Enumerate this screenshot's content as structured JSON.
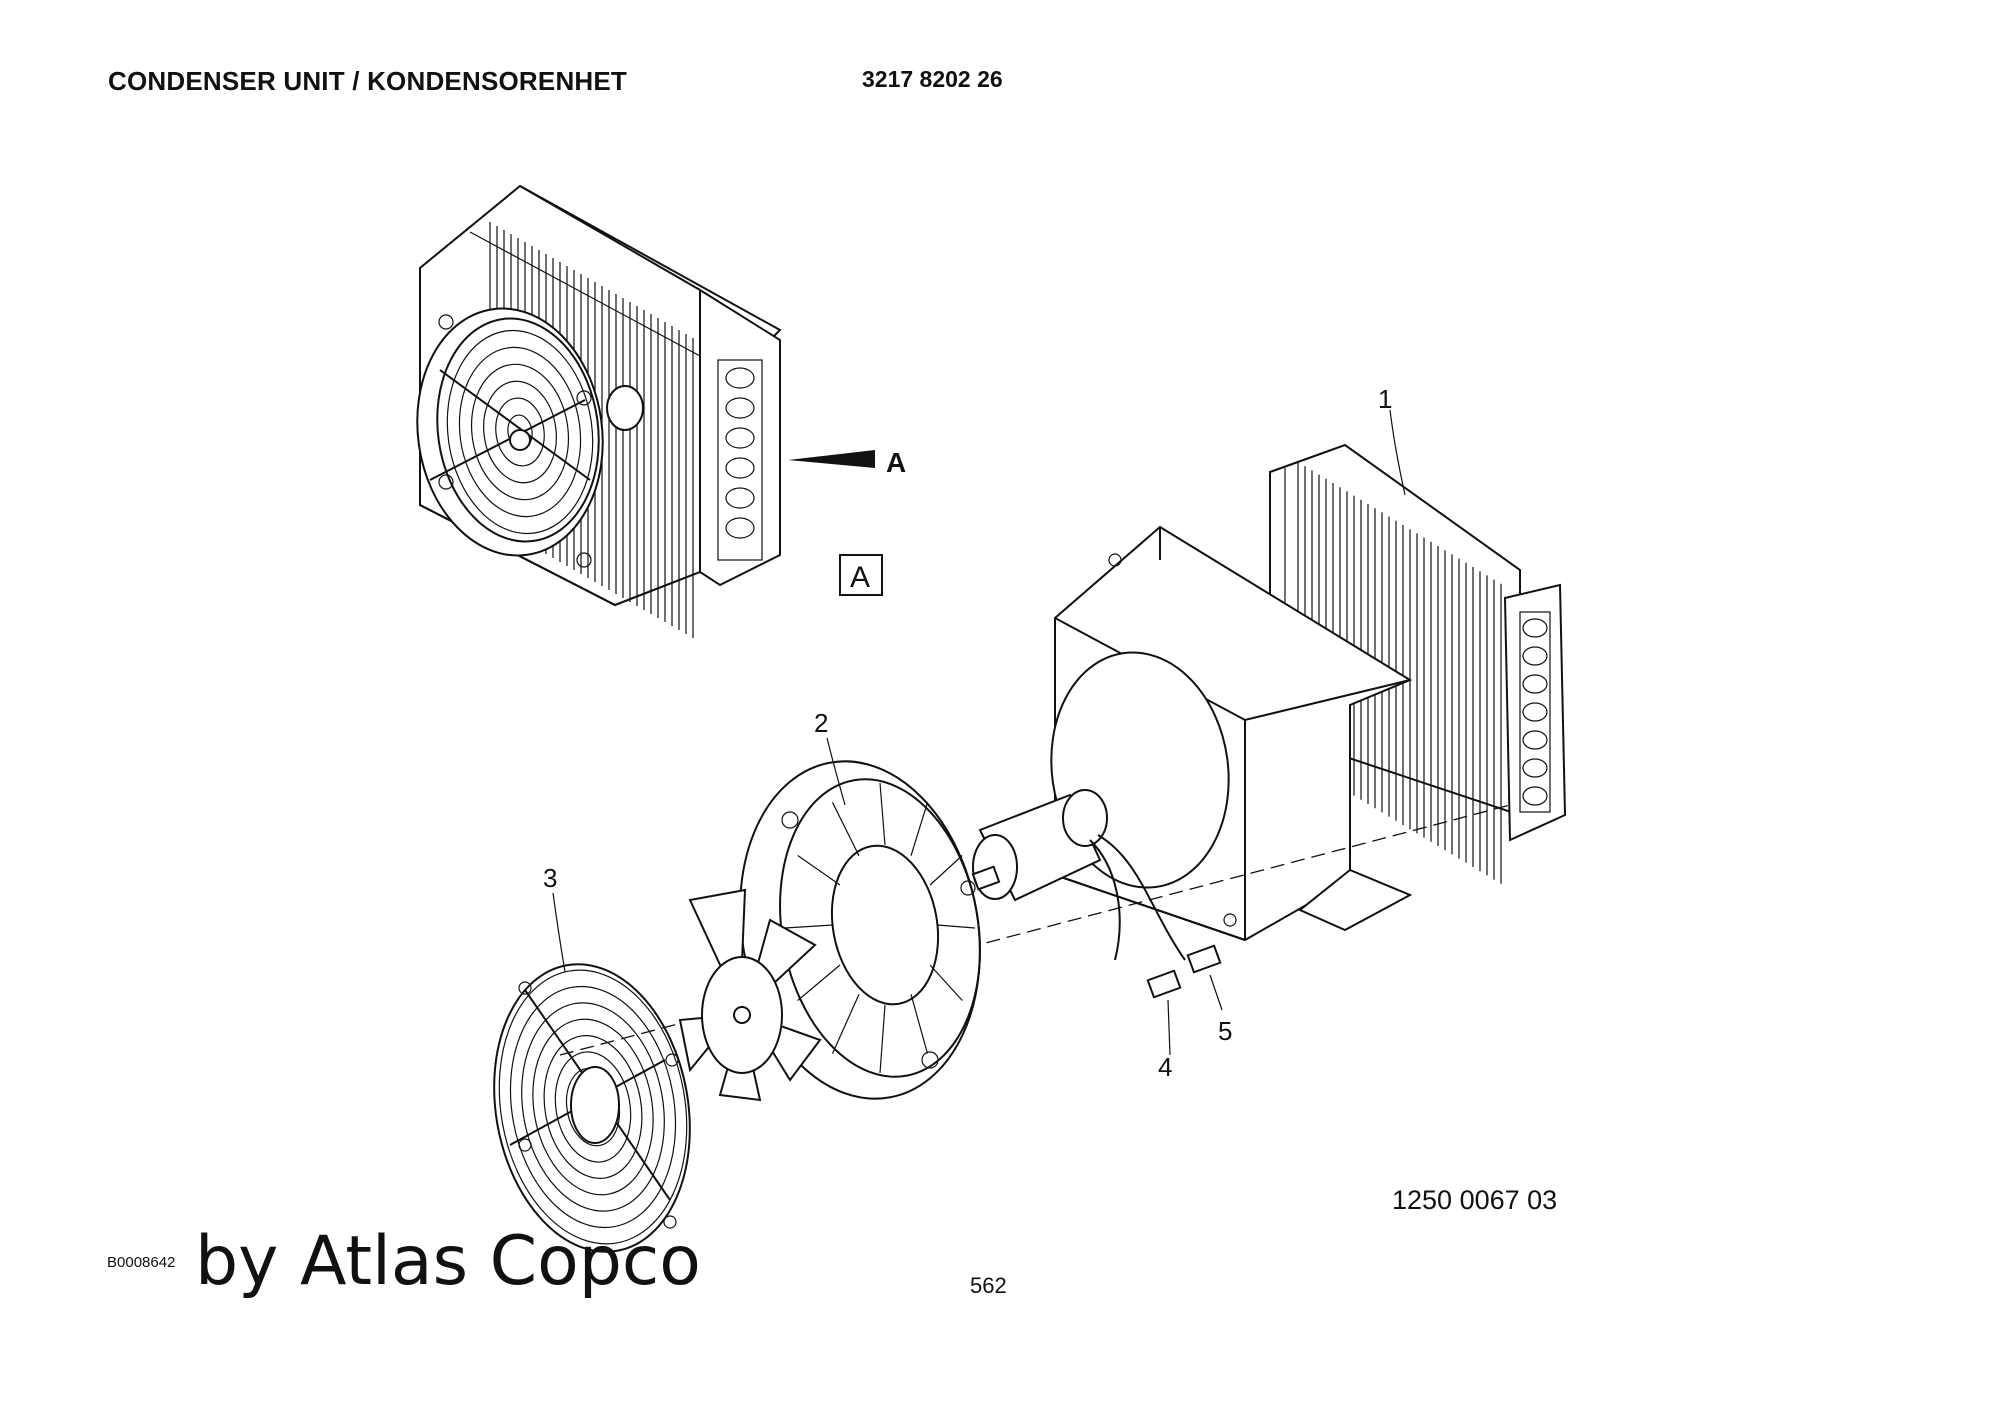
{
  "header": {
    "title": "CONDENSER UNIT / KONDENSORENHET",
    "part_number": "3217 8202 26"
  },
  "view": {
    "arrow_label": "A",
    "box_label": "A"
  },
  "callouts": [
    {
      "id": "1",
      "label": "1"
    },
    {
      "id": "2",
      "label": "2"
    },
    {
      "id": "3",
      "label": "3"
    },
    {
      "id": "4",
      "label": "4"
    },
    {
      "id": "5",
      "label": "5"
    }
  ],
  "footer": {
    "figure_code": "1250 0067 03",
    "image_code": "B0008642",
    "watermark": "by Atlas Copco",
    "page_number": "562"
  }
}
